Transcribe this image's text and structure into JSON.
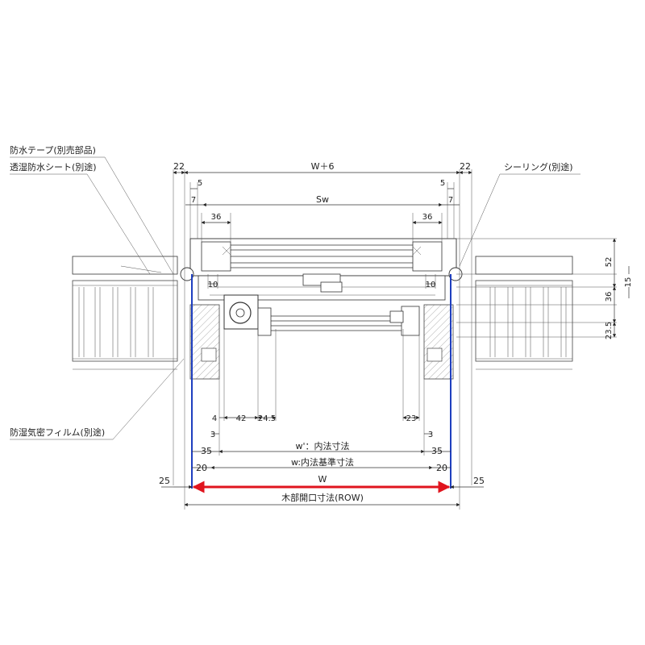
{
  "labels": {
    "waterproof_tape": "防水テープ(別売部品)",
    "moisture_sheet": "透湿防水シート(別途)",
    "sealing": "シーリング(別途)",
    "vapor_film": "防湿気密フィルム(別途)"
  },
  "dims": {
    "top_left_22": "22",
    "top_w6": "W＋6",
    "top_right_22": "22",
    "left_5": "5",
    "right_5": "5",
    "left_7": "7",
    "right_7": "7",
    "sw": "Sw",
    "left_36": "36",
    "right_36": "36",
    "left_10": "10",
    "right_10": "10",
    "v52": "52",
    "v15": "15",
    "v36": "36",
    "v23_5": "23.5",
    "b4": "4",
    "b42": "42",
    "b24_5": "24.5",
    "b23": "23",
    "b3_left": "3",
    "b3_right": "3",
    "b35_left": "35",
    "b35_right": "35",
    "inner_w_prime": "w'：内法寸法",
    "b20_left": "20",
    "b20_right": "20",
    "inner_w_base": "w:内法基準寸法",
    "b25_left": "25",
    "b25_right": "25",
    "big_w": "W",
    "row": "木部開口寸法(ROW)"
  },
  "colors": {
    "blue_line": "#1f3fbf",
    "red_arrow": "#e0141e",
    "wood_fill": "#d9d9d9"
  }
}
